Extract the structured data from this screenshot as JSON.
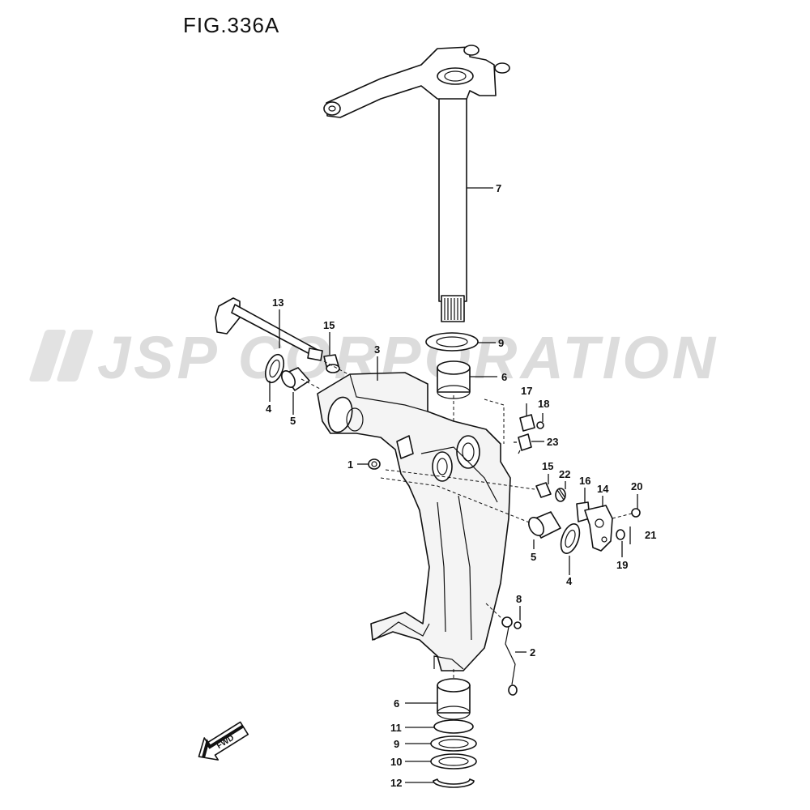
{
  "figure": {
    "title": "FIG.336A"
  },
  "watermark": {
    "text": "JSP CORPORATION"
  },
  "fwd_badge": {
    "text": "FWD"
  },
  "callouts": [
    "1",
    "2",
    "3",
    "4",
    "4",
    "5",
    "5",
    "6",
    "6",
    "7",
    "8",
    "9",
    "9",
    "10",
    "11",
    "12",
    "13",
    "14",
    "15",
    "15",
    "16",
    "17",
    "18",
    "19",
    "20",
    "21",
    "22",
    "23"
  ],
  "colors": {
    "line": "#111111",
    "watermark": "#d9d9d9",
    "background": "#ffffff"
  }
}
